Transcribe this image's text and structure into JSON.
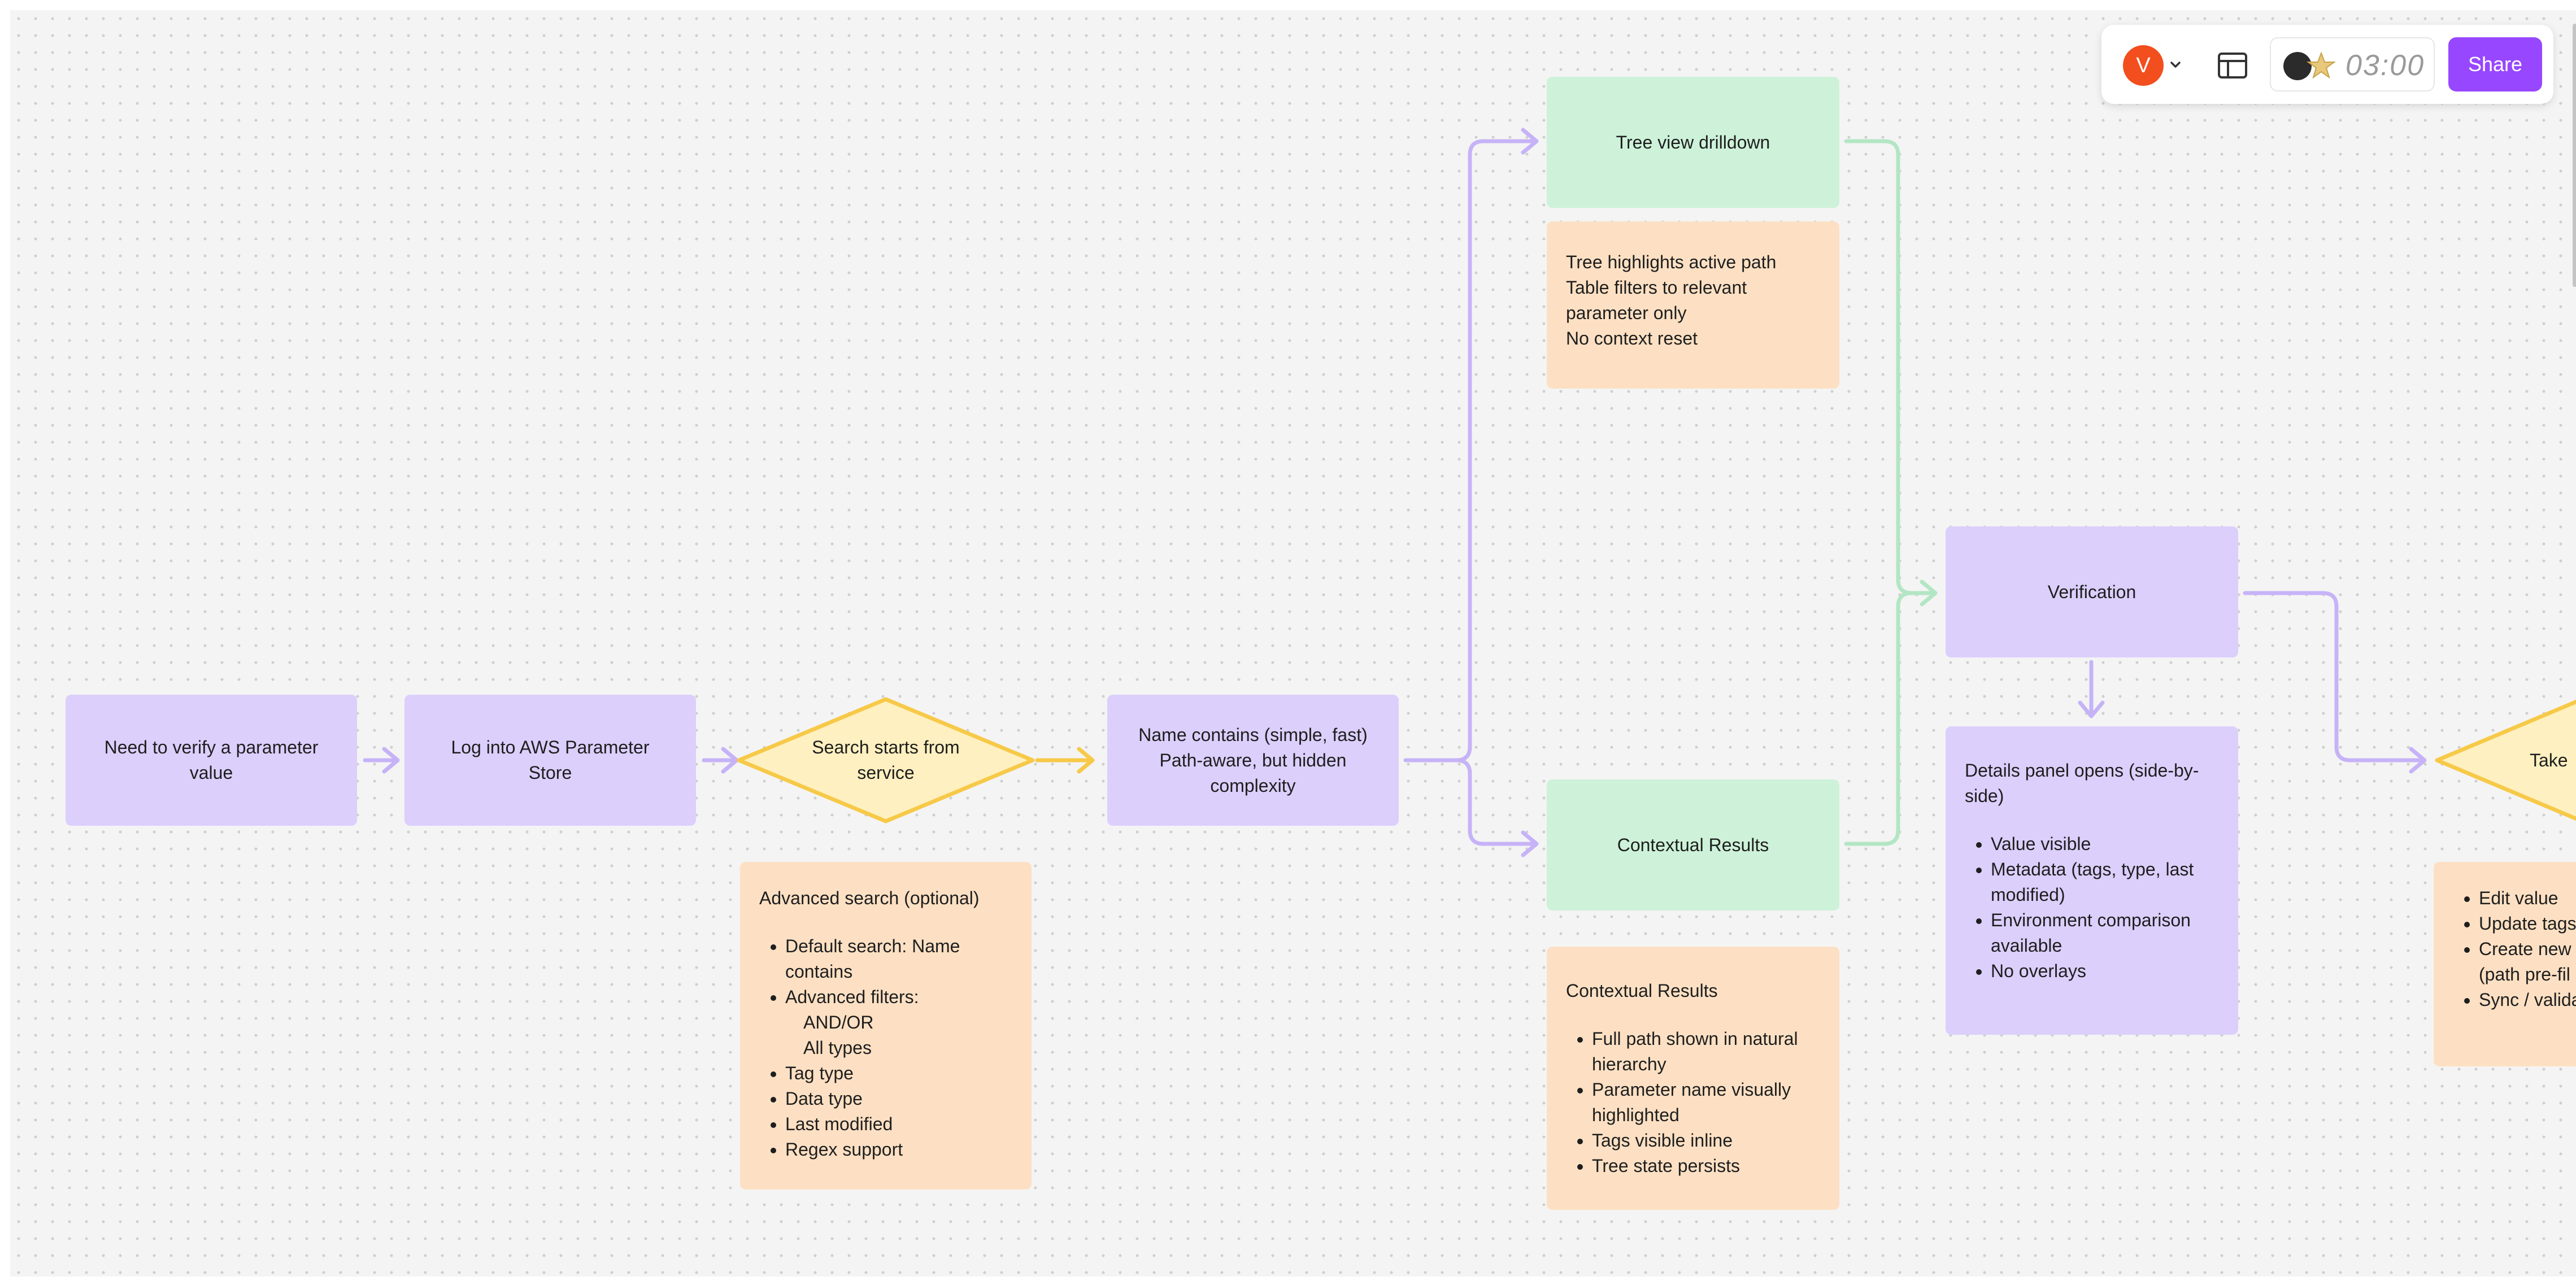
{
  "colors": {
    "purple_node": "#dccffc",
    "green_node": "#cdf2d9",
    "peach_note": "#fde0c3",
    "diamond_fill": "#fef0c0",
    "diamond_stroke": "#f7c948",
    "purple_arrow": "#c6b3f7",
    "green_arrow": "#b3e6c4",
    "yellow_arrow": "#f7c948",
    "share_button": "#9747ff",
    "avatar": "#f24e1e"
  },
  "toolbar": {
    "avatar_initial": "V",
    "avatar_menu_icon": "chevron-down-icon",
    "layout_icon": "layout-panel-icon",
    "timer_icon": "timer-avatar-icon",
    "timer_text": "03:00",
    "share_label": "Share"
  },
  "nodes": {
    "need_verify": "Need to verify a parameter value",
    "log_into": "Log into AWS Parameter Store",
    "search_starts": "Search starts from service",
    "name_contains": [
      "Name contains (simple, fast)",
      "Path-aware, but hidden complexity"
    ],
    "tree_view": "Tree view drilldown",
    "contextual_results": "Contextual Results",
    "verification": "Verification",
    "take_partial": "Take"
  },
  "notes": {
    "tree_highlights": [
      "Tree highlights active path",
      "Table filters to relevant parameter only",
      "No context reset"
    ],
    "advanced_search": {
      "title": "Advanced search (optional)",
      "items": [
        "Default search: Name contains",
        "Advanced filters:",
        "Tag type",
        "Data type",
        "Last modified",
        "Regex support"
      ],
      "subitems": [
        "AND/OR",
        "All types"
      ]
    },
    "contextual_results": {
      "title": "Contextual Results",
      "items": [
        "Full path shown in natural hierarchy",
        "Parameter name visually highlighted",
        "Tags visible inline",
        "Tree state persists"
      ]
    },
    "details_panel": {
      "title": "Details panel opens (side-by-side)",
      "items": [
        "Value visible",
        "Metadata (tags, type, last modified)",
        "Environment comparison available",
        "No overlays"
      ]
    },
    "actions_partial": {
      "items": [
        "Edit value",
        "Update tags",
        "Create new",
        "(path pre-fil",
        "Sync / valida"
      ]
    }
  }
}
